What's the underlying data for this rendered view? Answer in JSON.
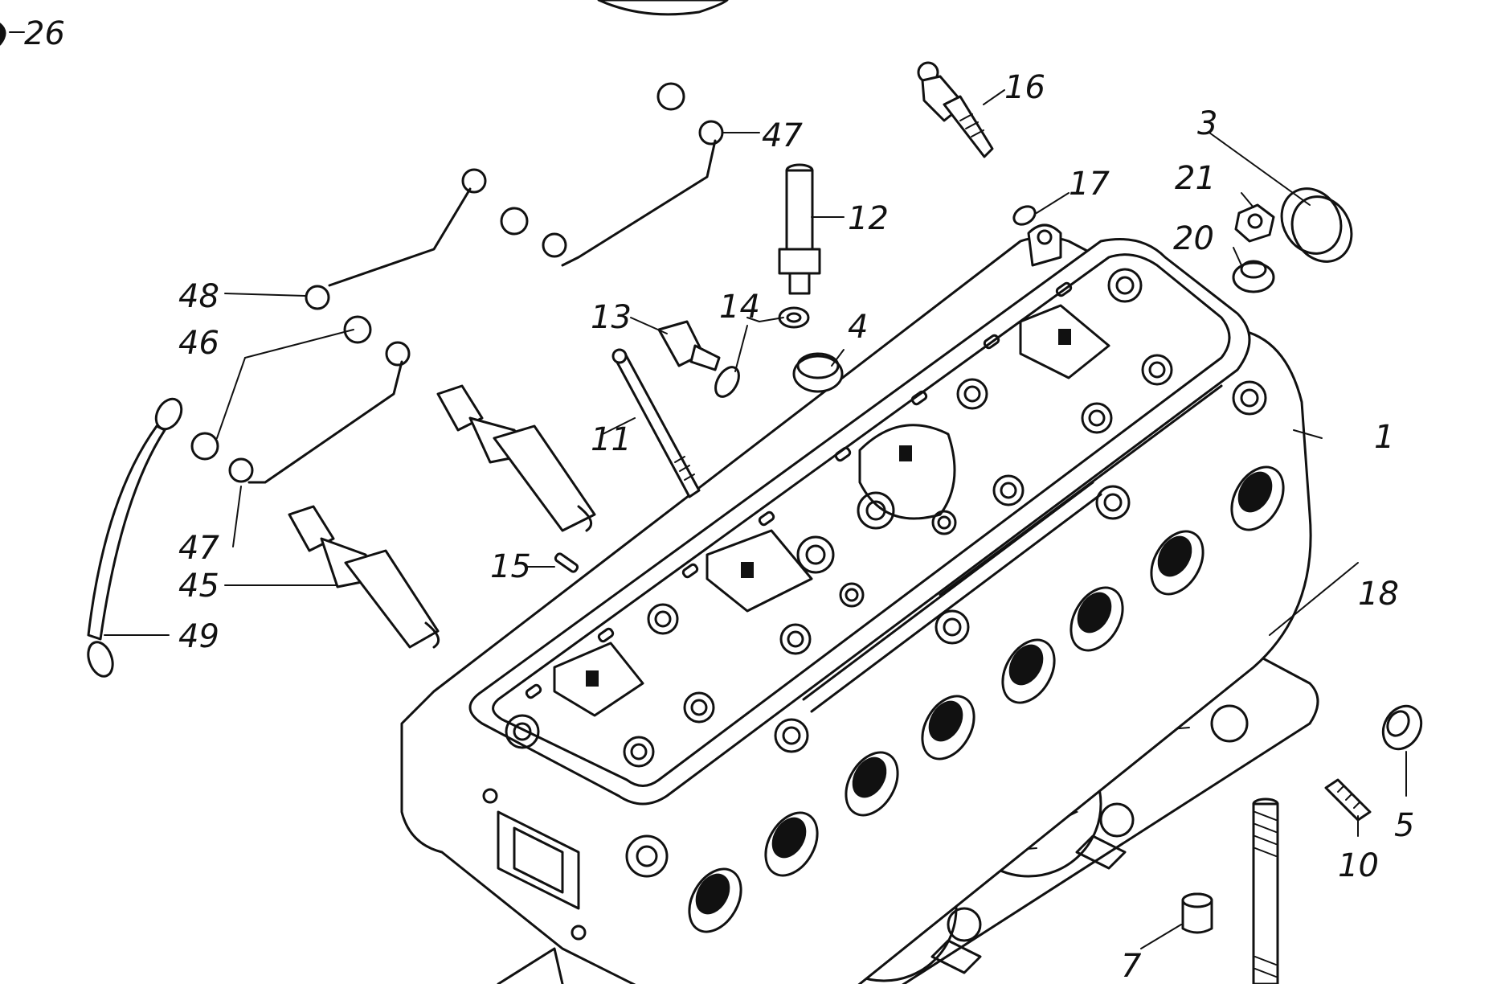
{
  "callouts": {
    "c1": "1",
    "c3": "3",
    "c4": "4",
    "c5": "5",
    "c7": "7",
    "c10": "10",
    "c11": "11",
    "c12": "12",
    "c13": "13",
    "c14": "14",
    "c15": "15",
    "c16": "16",
    "c17": "17",
    "c18": "18",
    "c20": "20",
    "c21": "21",
    "c26": "26",
    "c45": "45",
    "c46": "46",
    "c47a": "47",
    "c47b": "47",
    "c48": "48",
    "c49": "49"
  }
}
